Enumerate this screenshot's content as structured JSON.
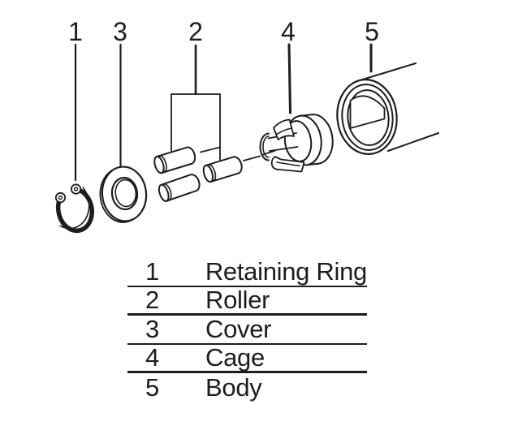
{
  "figure_title": "exploded-view parts diagram",
  "colors": {
    "ink": "#1d1d20",
    "background": "#ffffff"
  },
  "callouts": [
    {
      "label": "1"
    },
    {
      "label": "3"
    },
    {
      "label": "2"
    },
    {
      "label": "4"
    },
    {
      "label": "5"
    }
  ],
  "parts_table": {
    "rows": [
      {
        "no": "1",
        "name": "Retaining Ring"
      },
      {
        "no": "2",
        "name": "Roller"
      },
      {
        "no": "3",
        "name": "Cover"
      },
      {
        "no": "4",
        "name": "Cage"
      },
      {
        "no": "5",
        "name": "Body"
      }
    ]
  }
}
